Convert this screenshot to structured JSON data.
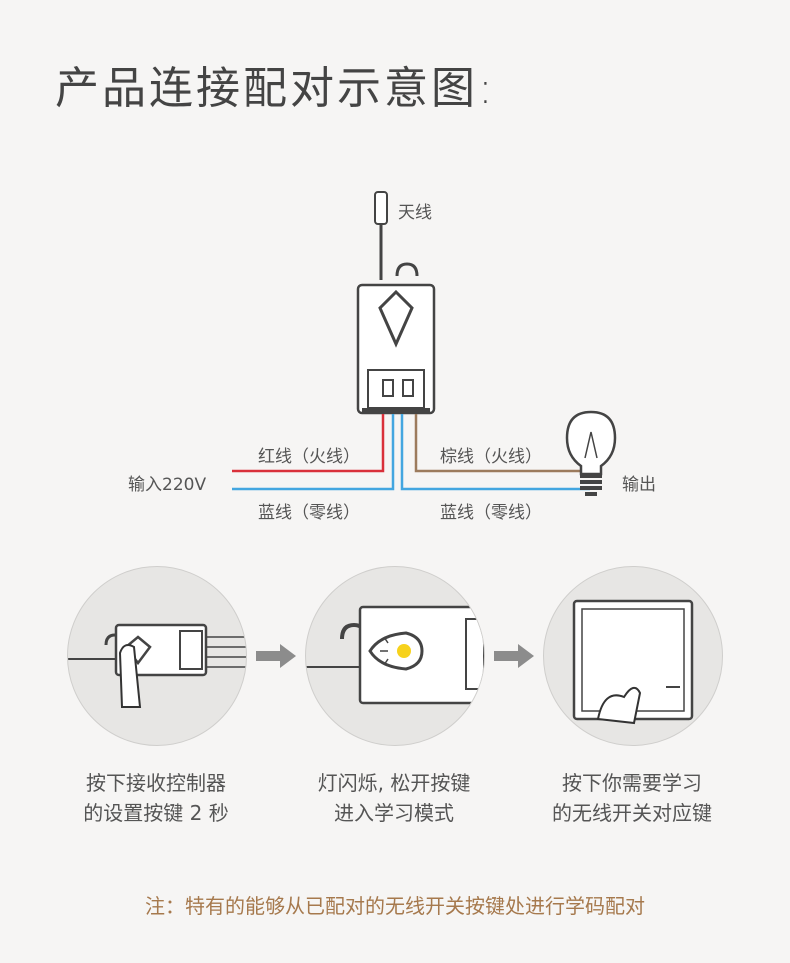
{
  "title": "产品连接配对示意图:",
  "wiring": {
    "antenna_label": "天线",
    "red_wire_label": "红线（火线）",
    "blue_wire_left_label": "蓝线（零线）",
    "brown_wire_label": "棕线（火线）",
    "blue_wire_right_label": "蓝线（零线）",
    "input_label": "输入220V",
    "output_label": "输出",
    "colors": {
      "red": "#d9303a",
      "blue": "#43a6e0",
      "brown": "#9c7b5d",
      "device": "#444444"
    }
  },
  "steps": [
    {
      "line1": "按下接收控制器",
      "line2": "的设置按键 2 秒"
    },
    {
      "line1": "灯闪烁, 松开按键",
      "line2": "进入学习模式"
    },
    {
      "line1": "按下你需要学习",
      "line2": "的无线开关对应键"
    }
  ],
  "note": "注：特有的能够从已配对的无线开关按键处进行学码配对"
}
